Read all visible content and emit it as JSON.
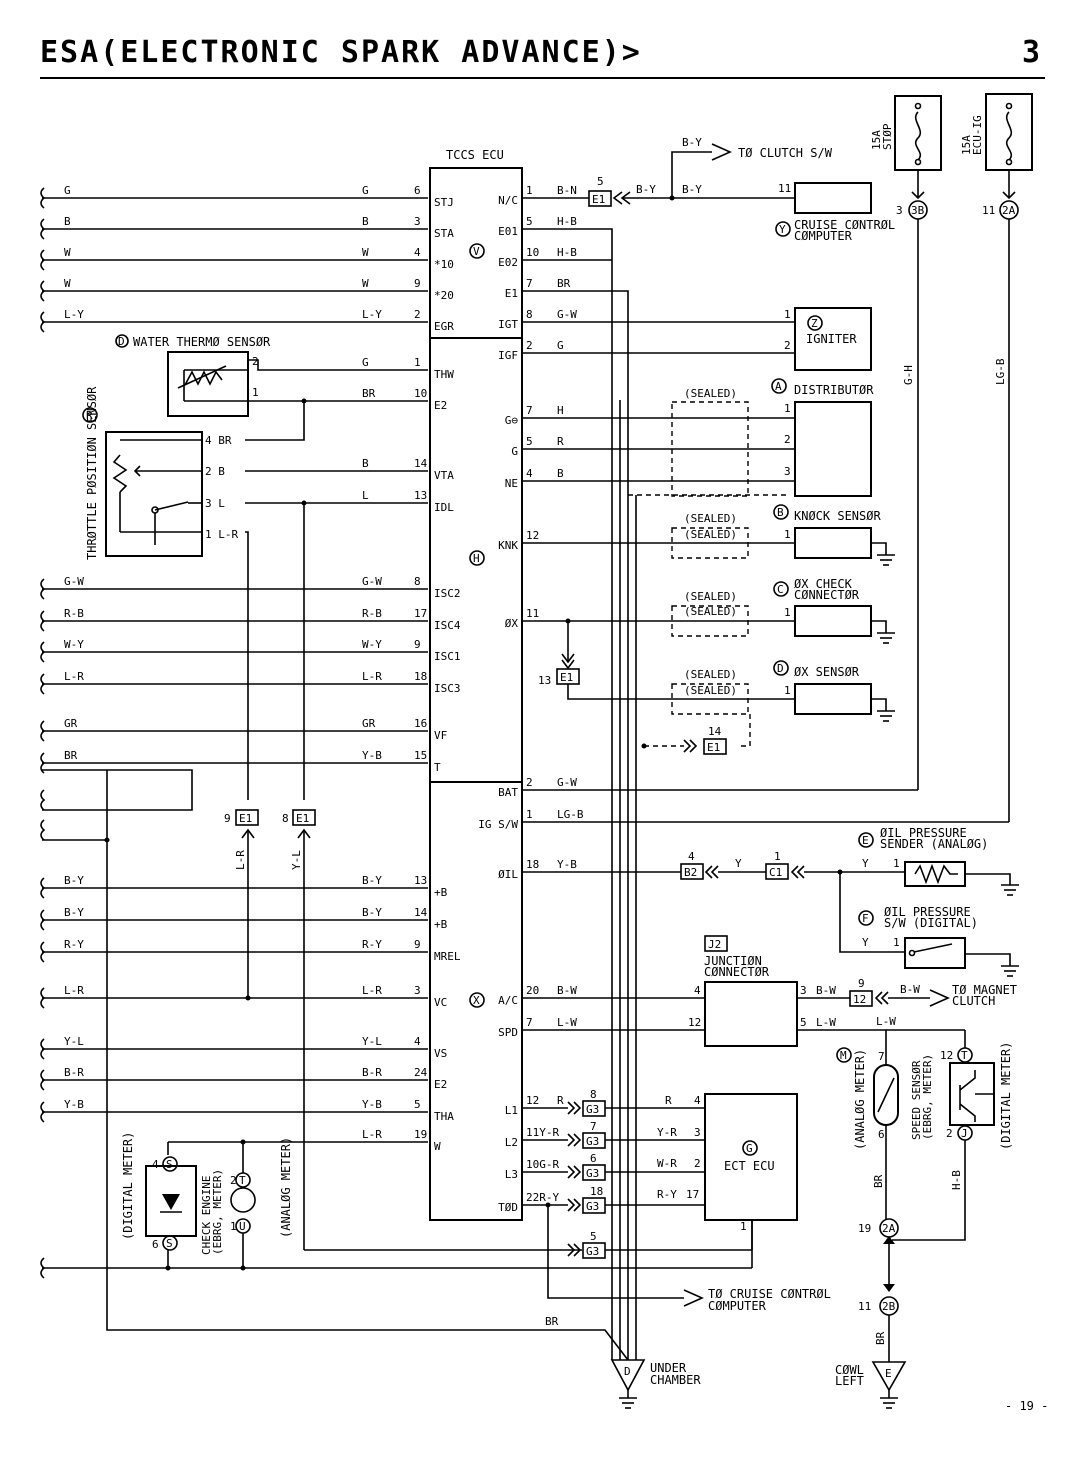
{
  "header": {
    "title": "ESA(ELECTRONIC SPARK ADVANCE)>",
    "page_section": "3",
    "page_number": "- 19 -"
  },
  "ecu": {
    "title": "TCCS ECU",
    "marks": [
      "V",
      "H",
      "X"
    ],
    "left_pins": [
      {
        "color": "G",
        "num": "6",
        "label": "STJ"
      },
      {
        "color": "B",
        "num": "3",
        "label": "STA"
      },
      {
        "color": "W",
        "num": "4",
        "label": "*10"
      },
      {
        "color": "W",
        "num": "9",
        "label": "*20"
      },
      {
        "color": "L-Y",
        "num": "2",
        "label": "EGR"
      },
      {
        "color": "G",
        "num": "1",
        "label": "THW"
      },
      {
        "color": "BR",
        "num": "10",
        "label": "E2"
      },
      {
        "color": "B",
        "num": "14",
        "label": "VTA"
      },
      {
        "color": "L",
        "num": "13",
        "label": "IDL"
      },
      {
        "color": "G-W",
        "num": "8",
        "label": "ISC2"
      },
      {
        "color": "R-B",
        "num": "17",
        "label": "ISC4"
      },
      {
        "color": "W-Y",
        "num": "9",
        "label": "ISC1"
      },
      {
        "color": "L-R",
        "num": "18",
        "label": "ISC3"
      },
      {
        "color": "GR",
        "num": "16",
        "label": "VF"
      },
      {
        "color": "Y-B",
        "num": "15",
        "label": "T"
      },
      {
        "color": "B-Y",
        "num": "13",
        "label": "+B"
      },
      {
        "color": "B-Y",
        "num": "14",
        "label": "+B"
      },
      {
        "color": "R-Y",
        "num": "9",
        "label": "MREL"
      },
      {
        "color": "L-R",
        "num": "3",
        "label": "VC"
      },
      {
        "color": "Y-L",
        "num": "4",
        "label": "VS"
      },
      {
        "color": "B-R",
        "num": "24",
        "label": "E2"
      },
      {
        "color": "Y-B",
        "num": "5",
        "label": "THA"
      },
      {
        "color": "L-R",
        "num": "19",
        "label": "W"
      }
    ],
    "right_pins": [
      {
        "label": "N/C",
        "num": "1",
        "color": "B-N"
      },
      {
        "label": "E01",
        "num": "5",
        "color": "H-B"
      },
      {
        "label": "E02",
        "num": "10",
        "color": "H-B"
      },
      {
        "label": "E1",
        "num": "7",
        "color": "BR"
      },
      {
        "label": "IGT",
        "num": "8",
        "color": "G-W"
      },
      {
        "label": "IGF",
        "num": "2",
        "color": "G"
      },
      {
        "label": "G⊖",
        "num": "7",
        "color": "H"
      },
      {
        "label": "G",
        "num": "5",
        "color": "R"
      },
      {
        "label": "NE",
        "num": "4",
        "color": "B"
      },
      {
        "label": "KNK",
        "num": "12",
        "color": ""
      },
      {
        "label": "ØX",
        "num": "11",
        "color": ""
      },
      {
        "label": "BAT",
        "num": "2",
        "color": "G-W"
      },
      {
        "label": "IG S/W",
        "num": "1",
        "color": "LG-B"
      },
      {
        "label": "ØIL",
        "num": "18",
        "color": "Y-B"
      },
      {
        "label": "A/C",
        "num": "20",
        "color": "B-W"
      },
      {
        "label": "SPD",
        "num": "7",
        "color": "L-W"
      },
      {
        "label": "L1",
        "num": "12",
        "color": "R"
      },
      {
        "label": "L2",
        "num": "11Y-R",
        "color": ""
      },
      {
        "label": "L3",
        "num": "10G-R",
        "color": ""
      },
      {
        "label": "TØD",
        "num": "22R-Y",
        "color": ""
      }
    ]
  },
  "left_wires": [
    "G",
    "B",
    "W",
    "W",
    "L-Y",
    "G-W",
    "R-B",
    "W-Y",
    "L-R",
    "GR",
    "BR",
    "B-Y",
    "B-Y",
    "R-Y",
    "L-R",
    "Y-L",
    "B-R",
    "Y-B"
  ],
  "components": {
    "water_thermo": {
      "mark": "D",
      "label": "WATER THERMØ SENSØR",
      "pin1": "1",
      "pin2": "2"
    },
    "throttle": {
      "mark": "R",
      "label": "THRØTTLE PØSITIØN SENSØR",
      "pins": [
        "4 BR",
        "2 B",
        "3 L",
        "1 L-R"
      ]
    },
    "cruise": {
      "mark": "Y",
      "label1": "CRUISE CØNTRØL",
      "label2": "CØMPUTER",
      "pin": "11"
    },
    "igniter": {
      "mark": "Z",
      "label": "IGNITER",
      "pins": [
        "1",
        "2"
      ]
    },
    "distributor": {
      "mark": "A",
      "label": "DISTRIBUTØR",
      "pins": [
        "1",
        "2",
        "3"
      ]
    },
    "knock": {
      "mark": "B",
      "label": "KNØCK SENSØR",
      "pin": "1"
    },
    "ox_check": {
      "mark": "C",
      "label1": "ØX CHECK",
      "label2": "CØNNECTØR",
      "pin": "1"
    },
    "ox_sensor": {
      "mark": "D",
      "label": "ØX SENSØR",
      "pin": "1"
    },
    "oil_sender": {
      "mark": "E",
      "label1": "ØIL PRESSURE",
      "label2": "SENDER (ANALØG)",
      "wire": "Y",
      "pin": "1"
    },
    "oil_switch": {
      "mark": "F",
      "label1": "ØIL PRESSURE",
      "label2": "S/W (DIGITAL)",
      "wire": "Y",
      "pin": "1"
    },
    "junction": {
      "code": "J2",
      "label1": "JUNCTIØN",
      "label2": "CØNNECTØR",
      "pins": [
        "4",
        "12",
        "3",
        "5"
      ],
      "out1": "B-W",
      "out2": "L-W"
    },
    "ect_ecu": {
      "mark": "G",
      "label": "ECT ECU",
      "pins": [
        "4",
        "3",
        "2",
        "17",
        "1"
      ],
      "wires": [
        "R",
        "Y-R",
        "W-R",
        "R-Y"
      ]
    },
    "speed_sensor": {
      "mark": "M",
      "label1": "SPEED SENSØR",
      "label2": "(EBRG, METER)",
      "analog": "(ANALØG METER)",
      "digital": "(DIGITAL METER)",
      "pins": [
        "7",
        "6",
        "12",
        "2"
      ]
    },
    "check_engine": {
      "label1": "CHECK ENGINE",
      "label2": "(EBRG, METER)",
      "digital": "(DIGITAL METER)",
      "analog": "(ANALØG METER)",
      "pins": [
        "4",
        "6",
        "2",
        "1"
      ]
    }
  },
  "fuses": [
    {
      "amp": "15A",
      "name": "STØP",
      "conn": "3",
      "code": "3B",
      "wire": "G-H"
    },
    {
      "amp": "15A",
      "name": "ECU-IG",
      "conn": "11",
      "code": "2A",
      "wire": "LG-B"
    }
  ],
  "connectors": {
    "e1_top": {
      "num": "5",
      "code": "E1",
      "wire": "B-Y"
    },
    "e1_9": {
      "num": "9",
      "code": "E1",
      "wire": "L-R"
    },
    "e1_8": {
      "num": "8",
      "code": "E1",
      "wire": "Y-L"
    },
    "e1_13": {
      "num": "13",
      "code": "E1"
    },
    "e1_14": {
      "num": "14",
      "code": "E1"
    },
    "b2": {
      "num": "4",
      "code": "B2",
      "wire": "Y"
    },
    "c1": {
      "num": "1",
      "code": "C1"
    },
    "c12": {
      "num": "9",
      "code": "12"
    },
    "g3": [
      {
        "num": "8",
        "code": "G3"
      },
      {
        "num": "7",
        "code": "G3"
      },
      {
        "num": "6",
        "code": "G3"
      },
      {
        "num": "18",
        "code": "G3"
      },
      {
        "num": "5",
        "code": "G3"
      }
    ],
    "c2a": {
      "num": "19",
      "code": "2A"
    },
    "c2b": {
      "num": "11",
      "code": "2B"
    }
  },
  "labels": {
    "to_clutch": "TØ CLUTCH S/W",
    "clutch_wire": "B-Y",
    "to_magnet1": "TØ MAGNET",
    "to_magnet2": "CLUTCH",
    "to_cruise1": "TØ CRUISE CØNTRØL",
    "to_cruise2": "CØMPUTER",
    "sealed": "(SEALED)",
    "under1": "UNDER",
    "under2": "CHAMBER",
    "ground_d": "D",
    "cowl1": "CØWL",
    "cowl2": "LEFT",
    "ground_e": "E",
    "br": "BR",
    "hb": "H-B",
    "lw": "L-W",
    "ground_wire": "BR"
  }
}
